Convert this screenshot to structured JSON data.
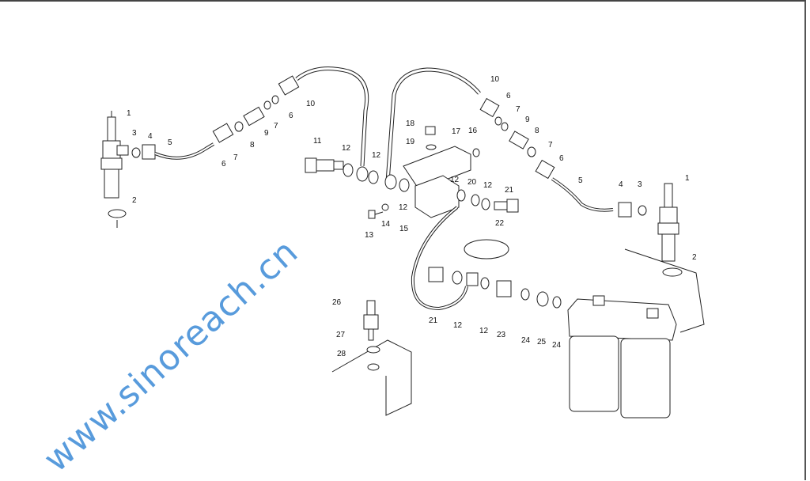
{
  "diagram": {
    "title": "Fuel pipe and filter exploded view",
    "labels": [
      "1",
      "3",
      "4",
      "2",
      "5",
      "6",
      "7",
      "8",
      "9",
      "7",
      "6",
      "10",
      "11",
      "12",
      "12",
      "18",
      "19",
      "17",
      "16",
      "12",
      "13",
      "14",
      "15",
      "12",
      "20",
      "12",
      "21",
      "22",
      "10",
      "6",
      "7",
      "9",
      "8",
      "7",
      "6",
      "5",
      "4",
      "3",
      "1",
      "2",
      "26",
      "27",
      "28",
      "21",
      "12",
      "12",
      "23",
      "24",
      "25",
      "24"
    ],
    "watermark": "www.sinoreach.cn",
    "colors": {
      "line": "#222222",
      "watermark": "#3b8ad6"
    }
  }
}
